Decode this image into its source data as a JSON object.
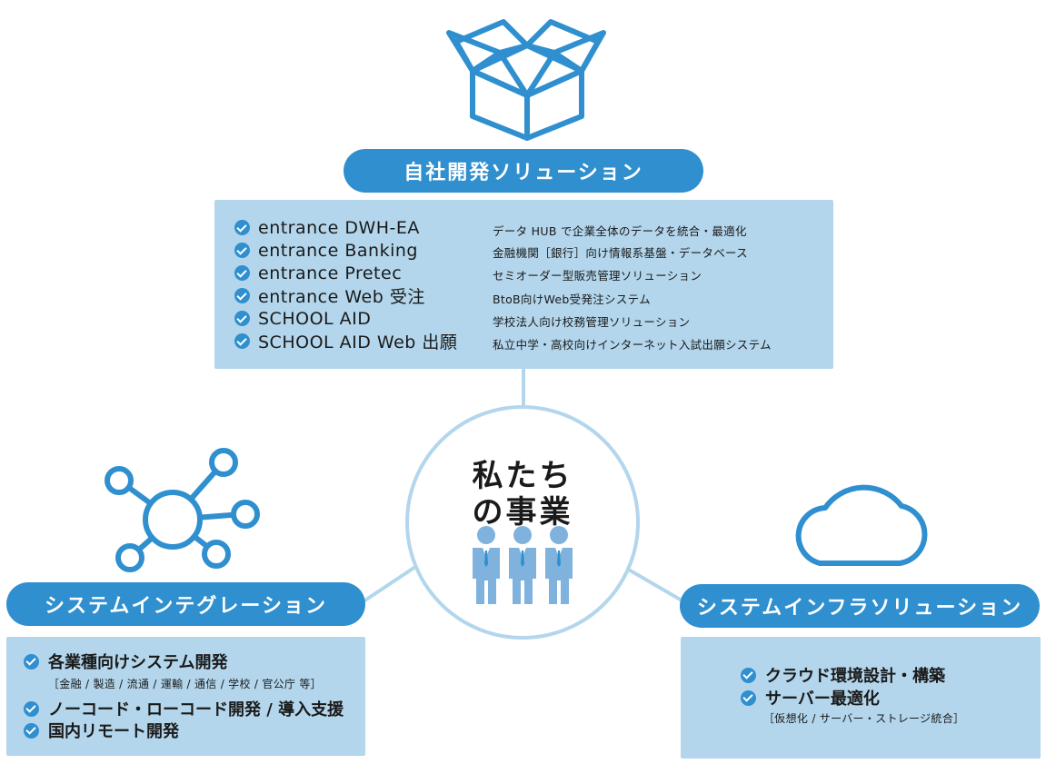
{
  "center": {
    "title_line1": "私たち",
    "title_line2": "の事業"
  },
  "own_solutions": {
    "heading": "自社開発ソリューション",
    "products": [
      {
        "name": "entrance DWH-EA",
        "desc": "データ HUB で企業全体のデータを統合・最適化"
      },
      {
        "name": "entrance Banking",
        "desc": "金融機関［銀行］向け情報系基盤・データベース"
      },
      {
        "name": "entrance Pretec",
        "desc": "セミオーダー型販売管理ソリューション"
      },
      {
        "name": "entrance Web 受注",
        "desc": "BtoB向けWeb受発注システム"
      },
      {
        "name": "SCHOOL AID",
        "desc": "学校法人向け校務管理ソリューション"
      },
      {
        "name": "SCHOOL AID Web 出願",
        "desc": "私立中学・高校向けインターネット入試出願システム"
      }
    ]
  },
  "system_integration": {
    "heading": "システムインテグレーション",
    "items": [
      {
        "label": "各業種向けシステム開発",
        "note": "［金融 / 製造 / 流通 / 運輸 / 通信 / 学校 / 官公庁 等］"
      },
      {
        "label": "ノーコード・ローコード開発 / 導入支援"
      },
      {
        "label": "国内リモート開発"
      }
    ]
  },
  "infra_solutions": {
    "heading": "システムインフラソリューション",
    "items": [
      {
        "label": "クラウド環境設計・構築"
      },
      {
        "label": "サーバー最適化",
        "note": "［仮想化 / サーバー・ストレージ統合］"
      }
    ]
  },
  "icons": {
    "top": "open-box-icon",
    "left": "network-hub-icon",
    "right": "cloud-icon",
    "center": "people-group-icon"
  },
  "colors": {
    "accent": "#2f8fcf",
    "light": "#b3d6ec",
    "people": "#7fb3de"
  }
}
